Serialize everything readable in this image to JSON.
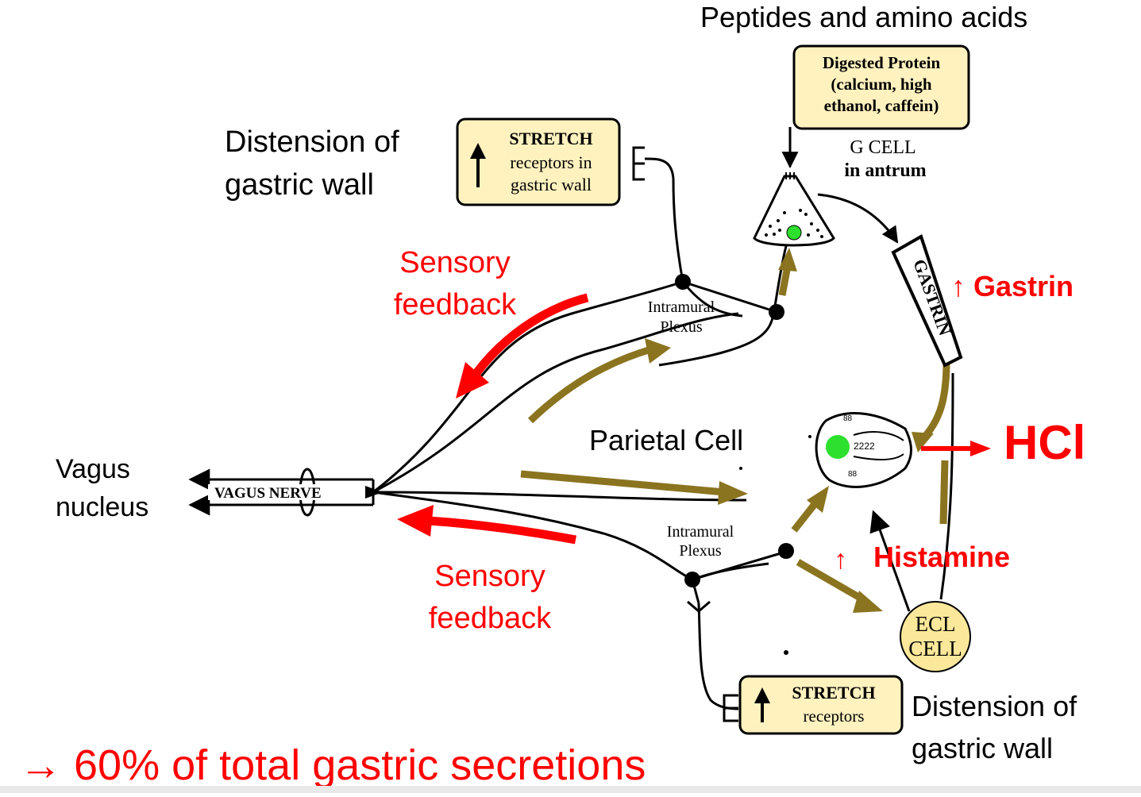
{
  "labels": {
    "peptides": "Peptides and amino acids",
    "digested_protein": [
      "Digested Protein",
      "(calcium, high",
      "ethanol, caffein)"
    ],
    "g_cell": [
      "G CELL",
      "in antrum"
    ],
    "distension_top": [
      "Distension of",
      "gastric wall"
    ],
    "stretch_top": [
      "STRETCH",
      "receptors in",
      "gastric wall"
    ],
    "sensory_top": [
      "Sensory",
      "feedback"
    ],
    "intramural_top": [
      "Intramural",
      "Plexus"
    ],
    "gastrin_tube": "GASTRIN",
    "gastrin": "↑ Gastrin",
    "parietal_cell": "Parietal Cell",
    "hcl": "HCl",
    "vagus_nucleus": [
      "Vagus",
      "nucleus"
    ],
    "vagus_nerve": "VAGUS NERVE",
    "intramural_bottom": [
      "Intramural",
      "Plexus"
    ],
    "histamine_arrow": "↑",
    "histamine": "Histamine",
    "sensory_bottom": [
      "Sensory",
      "feedback"
    ],
    "ecl_cell": [
      "ECL",
      "CELL"
    ],
    "stretch_bottom": [
      "STRETCH",
      "receptors"
    ],
    "distension_bottom": [
      "Distension of",
      "gastric wall"
    ],
    "footer": "→ 60% of total gastric secretions"
  },
  "colors": {
    "red": "#ff0000",
    "olive": "#8b7420",
    "box_fill": "#fff2bf",
    "ecl_fill": "#fbe89a",
    "nucleus": "#2ee02e"
  },
  "icons": {
    "up_arrow": "up-arrow-icon"
  }
}
